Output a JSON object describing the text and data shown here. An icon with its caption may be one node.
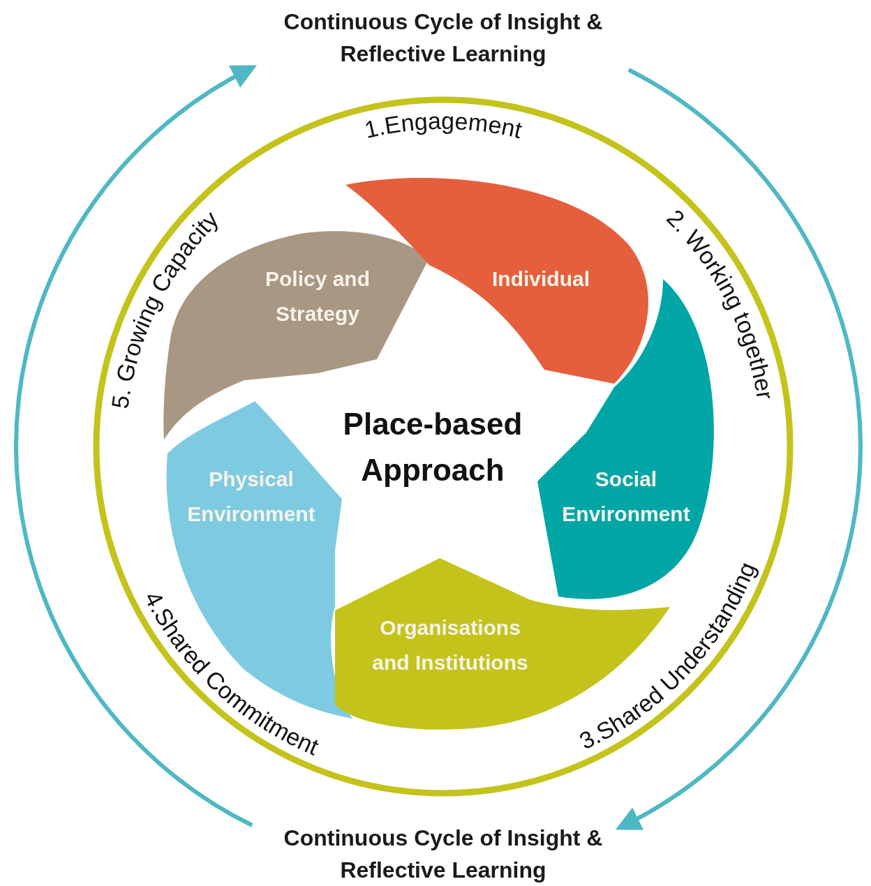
{
  "diagram": {
    "nodes": [
      {
        "text": [
          "Continuous Cycle of Insight & Reflective Learning"
        ]
      },
      {
        "text": [
          "Policy and Strategy"
        ]
      },
      {
        "text": [
          "Individual"
        ]
      },
      {
        "text": [
          "Place-based Approach"
        ]
      },
      {
        "text": [
          "Physical Environment"
        ]
      },
      {
        "text": [
          "Social Environment"
        ]
      },
      {
        "text": [
          "Organisations and Institutions"
        ]
      },
      {
        "text": [
          "Continuous Cycle of Insight & Reflective Learning"
        ]
      }
    ],
    "edges": [
      {
        "from": 0,
        "to": 7,
        "arrow": "to"
      },
      {
        "from": 7,
        "to": 0,
        "arrow": "to"
      }
    ],
    "labels": [
      "1.Engagement",
      "2. Working together",
      "5. Growing Capacity",
      "3.Shared Understanding",
      "4.Shared Commitment"
    ]
  }
}
